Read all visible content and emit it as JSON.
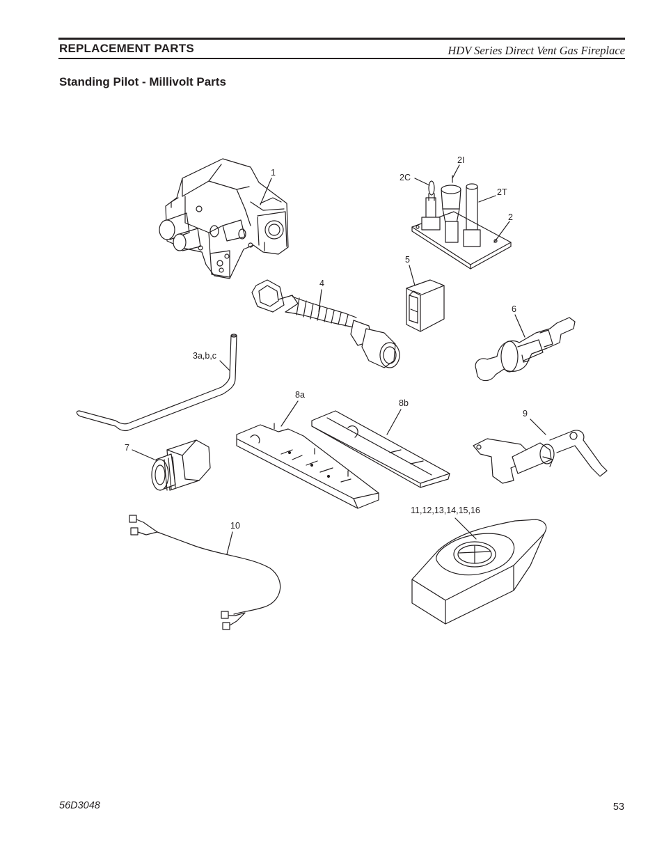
{
  "header": {
    "title": "REPLACEMENT PARTS",
    "product": "HDV Series Direct Vent Gas Fireplace"
  },
  "section_title": "Standing Pilot - Millivolt Parts",
  "callouts": {
    "valve": "1",
    "pilot_assembly": "2",
    "thermocouple": "2C",
    "igniter": "2I",
    "thermopile": "2T",
    "pilot_tube": "3a,b,c",
    "flex_connector": "4",
    "rocker_switch": "5",
    "piezo_igniter": "6",
    "fitting": "7",
    "burner_shield_a": "8a",
    "burner_shield_b": "8b",
    "pilot_bracket": "9",
    "wire_harness": "10",
    "remote_parts": "11,12,13,14,15,16"
  },
  "footer": {
    "doc_number": "56D3048",
    "page_number": "53"
  }
}
